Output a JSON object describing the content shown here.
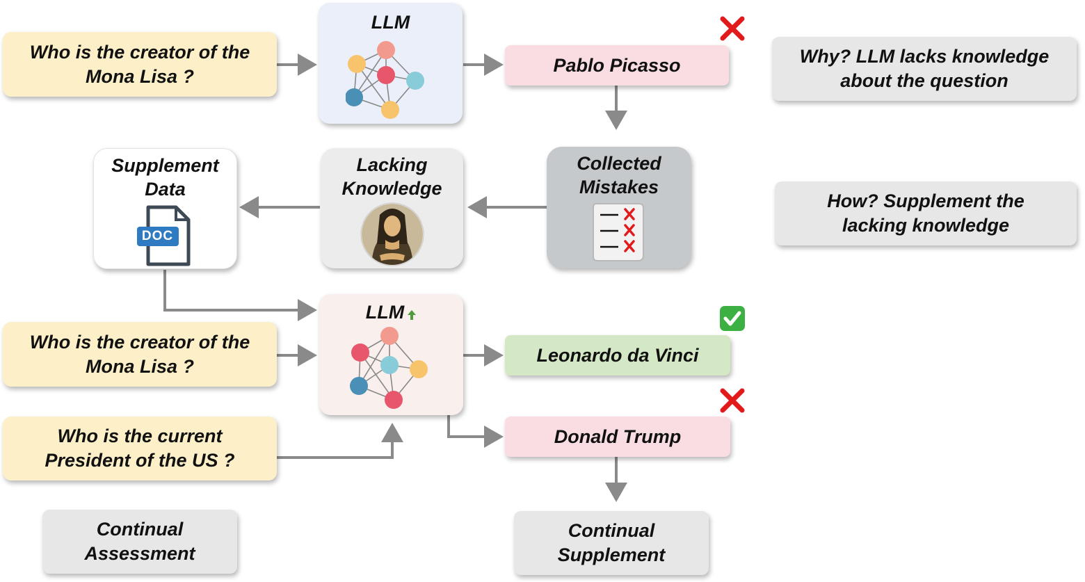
{
  "top": {
    "question": [
      "Who is the creator of the",
      "Mona Lisa ?"
    ],
    "llm_label": "LLM",
    "answer": "Pablo Picasso",
    "why": [
      "Why? LLM lacks knowledge",
      "about the question"
    ]
  },
  "middle": {
    "supplement": [
      "Supplement",
      "Data"
    ],
    "doc_label": "DOC",
    "lacking": [
      "Lacking",
      "Knowledge"
    ],
    "collected": [
      "Collected",
      "Mistakes"
    ],
    "how": [
      "How? Supplement the",
      "lacking knowledge"
    ]
  },
  "bottom": {
    "question1": [
      "Who is the creator of the",
      "Mona Lisa ?"
    ],
    "question2": [
      "Who is the current",
      "President of the US ?"
    ],
    "llm_label": "LLM",
    "answer_right": "Leonardo da Vinci",
    "answer_wrong": "Donald Trump",
    "assessment": [
      "Continual",
      "Assessment"
    ],
    "supplement": [
      "Continual",
      "Supplement"
    ]
  },
  "colors": {
    "question_bg": "#fdf0c8",
    "wrong_bg": "#f9dde2",
    "right_bg": "#d4e8c5",
    "arrow": "#8a8a8a",
    "cross": "#e11b1b",
    "check": "#3cb043"
  }
}
